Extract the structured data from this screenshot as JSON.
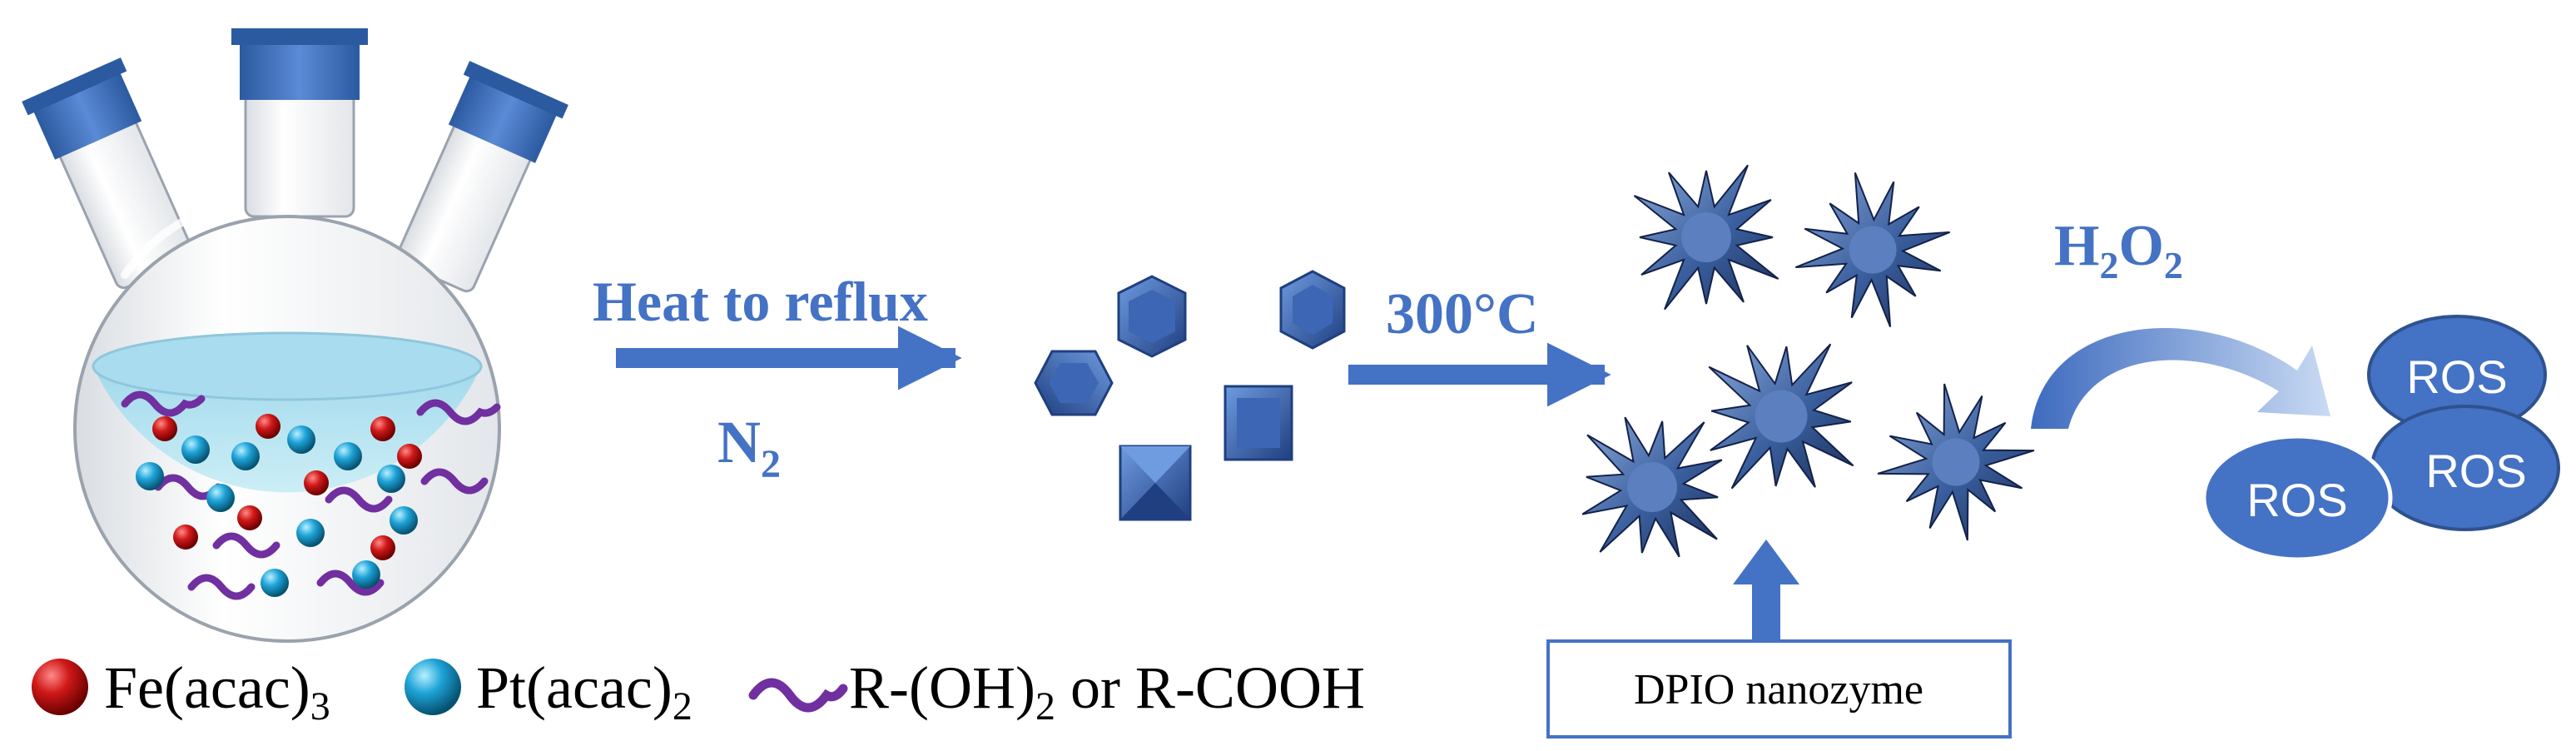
{
  "colors": {
    "accent_blue": "#4472C4",
    "dark_blue": "#2F528F",
    "fe_red": "#C00000",
    "pt_cyan": "#1E9FD6",
    "ligand_purple": "#7030A0",
    "solution": "#BFE6F2"
  },
  "steps": {
    "heat_label": "Heat to reflux",
    "atmosphere": "N",
    "atmosphere_sub": "2",
    "temperature": "300°C",
    "oxidant_a": "H",
    "oxidant_sub_a": "2",
    "oxidant_b": "O",
    "oxidant_sub_b": "2"
  },
  "product": {
    "label": "DPIO nanozyme"
  },
  "ros": [
    "ROS",
    "ROS",
    "ROS"
  ],
  "legend": {
    "fe": "Fe(acac)",
    "fe_sub": "3",
    "pt": "Pt(acac)",
    "pt_sub": "2",
    "ligand_a": "R-(OH)",
    "ligand_sub": "2",
    "ligand_b": " or R-COOH"
  },
  "icons": [
    "three-neck-flask-icon",
    "fe-sphere-icon",
    "pt-sphere-icon",
    "ligand-icon",
    "cube-icon",
    "spiky-nanozyme-icon",
    "curved-arrow-icon"
  ]
}
